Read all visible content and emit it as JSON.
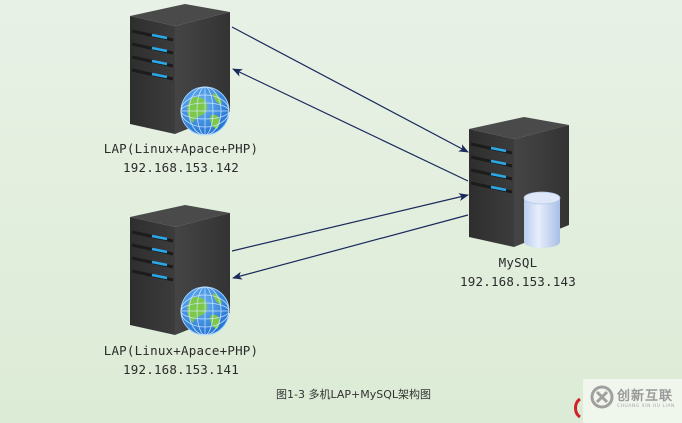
{
  "diagram": {
    "title": "图1-3 多机LAP+MySQL架构图",
    "nodes": [
      {
        "id": "web1",
        "name": "LAP(Linux+Apace+PHP)",
        "ip": "192.168.153.142",
        "icon": "globe-icon"
      },
      {
        "id": "web2",
        "name": "LAP(Linux+Apace+PHP)",
        "ip": "192.168.153.141",
        "icon": "globe-icon"
      },
      {
        "id": "db",
        "name": "MySQL",
        "ip": "192.168.153.143",
        "icon": "database-icon"
      }
    ],
    "edges": [
      {
        "from": "web1",
        "to": "db"
      },
      {
        "from": "db",
        "to": "web1"
      },
      {
        "from": "web2",
        "to": "db"
      },
      {
        "from": "db",
        "to": "web2"
      }
    ]
  },
  "watermark": {
    "text": "创新互联",
    "subtext": "CHUANG XIN HU LIAN"
  },
  "colors": {
    "arrow": "#1a2a5c",
    "server_body": "#3a3a3a",
    "led": "#2aa8e8",
    "background": "#e3efde"
  }
}
